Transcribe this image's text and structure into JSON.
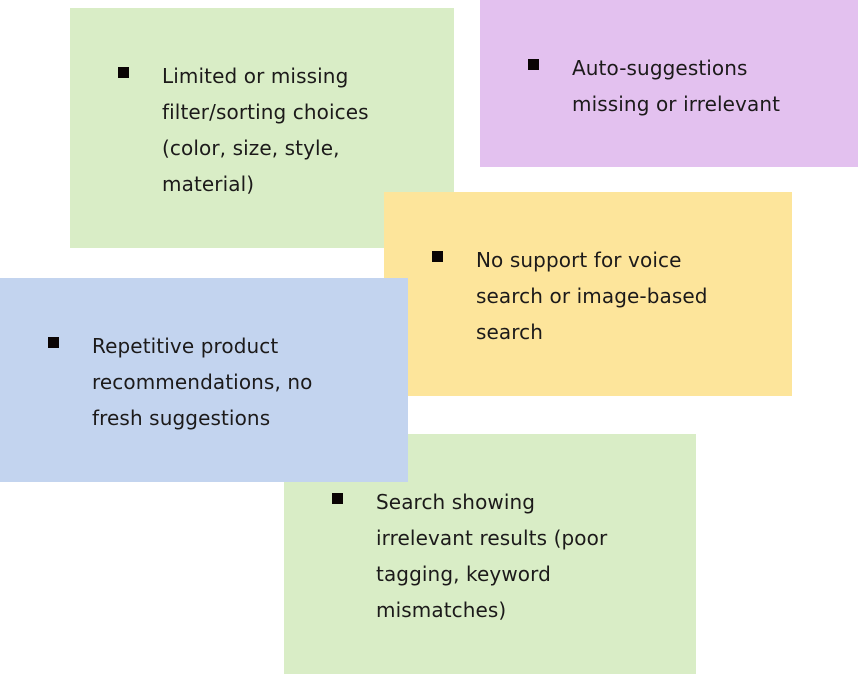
{
  "notes": [
    {
      "id": "filter-sorting",
      "color": "#d9edc6",
      "text": "Limited or missing\nfilter/sorting choices\n(color, size, style,\nmaterial)"
    },
    {
      "id": "auto-suggestions",
      "color": "#e3c1ef",
      "text": "Auto-suggestions\nmissing or irrelevant"
    },
    {
      "id": "voice-image-search",
      "color": "#fde59b",
      "text": "No support for voice\nsearch or image-based\nsearch"
    },
    {
      "id": "repetitive-recommendations",
      "color": "#c3d4ef",
      "text": "Repetitive product\nrecommendations, no\nfresh suggestions"
    },
    {
      "id": "irrelevant-search-results",
      "color": "#d9edc6",
      "text": "Search showing\nirrelevant results (poor\ntagging, keyword\nmismatches)"
    }
  ]
}
